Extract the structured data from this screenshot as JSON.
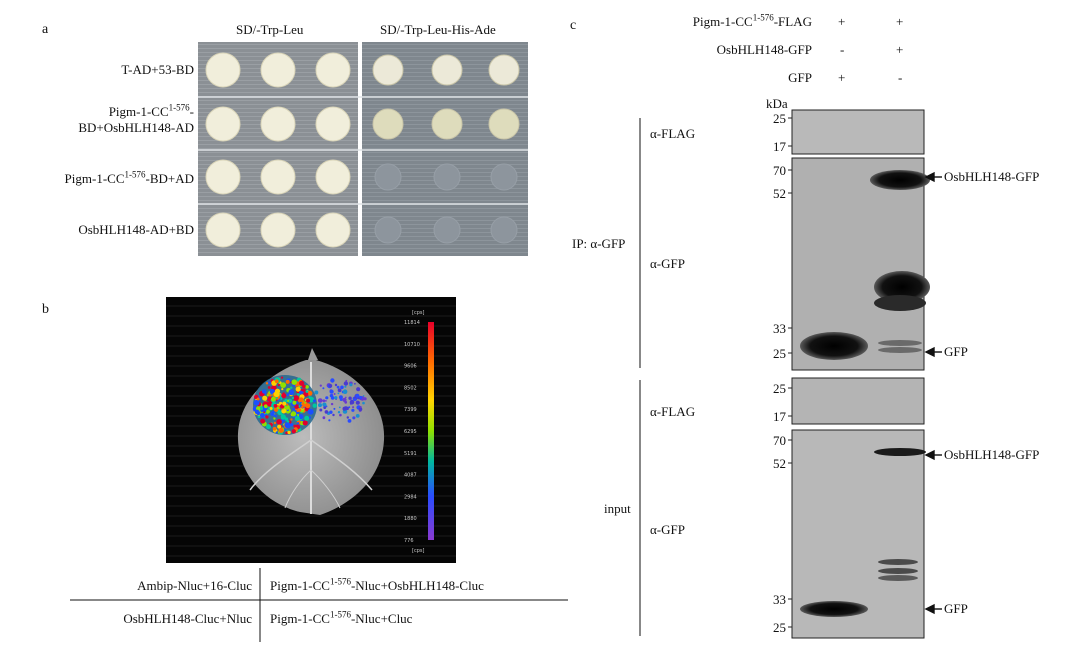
{
  "panel_a": {
    "letter": "a",
    "col_headers": [
      "SD/-Trp-Leu",
      "SD/-Trp-Leu-His-Ade"
    ],
    "rows": [
      {
        "label_html": "T-AD+53-BD",
        "growth_selective": "strong"
      },
      {
        "label_html": "Pigm-1-CC<sup>1-576</sup>-<br>BD+OsbHLH148-AD",
        "growth_selective": "strong"
      },
      {
        "label_html": "Pigm-1-CC<sup>1-576</sup>-BD+AD",
        "growth_selective": "none"
      },
      {
        "label_html": "OsbHLH148-AD+BD",
        "growth_selective": "none"
      }
    ]
  },
  "panel_b": {
    "letter": "b",
    "scale_ticks": [
      "11814",
      "10710",
      "9606",
      "8502",
      "7399",
      "6295",
      "5191",
      "4087",
      "2984",
      "1880",
      "776"
    ],
    "scale_unit_top": "[cps]",
    "scale_unit_bottom": "[cps]",
    "quadrants": {
      "top_left": "Ambip-Nluc+16-Cluc",
      "top_right_html": "Pigm-1-CC<sup>1-576</sup>-Nluc+OsbHLH148-Cluc",
      "bottom_left": "OsbHLH148-Cluc+Nluc",
      "bottom_right_html": "Pigm-1-CC<sup>1-576</sup>-Nluc+Cluc"
    }
  },
  "panel_c": {
    "letter": "c",
    "conditions": [
      {
        "label_html": "Pigm-1-CC<sup>1-576</sup>-FLAG",
        "lane1": "+",
        "lane2": "+"
      },
      {
        "label_html": "OsbHLH148-GFP",
        "lane1": "-",
        "lane2": "+"
      },
      {
        "label_html": "GFP",
        "lane1": "+",
        "lane2": "-"
      }
    ],
    "kda_label": "kDa",
    "ip_label": "IP: α-GFP",
    "input_label": "input",
    "blots": [
      {
        "antibody": "α-FLAG",
        "markers": [
          "25",
          "17"
        ]
      },
      {
        "antibody": "α-GFP",
        "markers": [
          "70",
          "52",
          "33",
          "25"
        ],
        "bands": [
          "OsbHLH148-GFP",
          "GFP"
        ]
      },
      {
        "antibody": "α-FLAG",
        "markers": [
          "25",
          "17"
        ]
      },
      {
        "antibody": "α-GFP",
        "markers": [
          "70",
          "52",
          "33",
          "25"
        ],
        "bands": [
          "OsbHLH148-GFP",
          "GFP"
        ]
      }
    ]
  }
}
